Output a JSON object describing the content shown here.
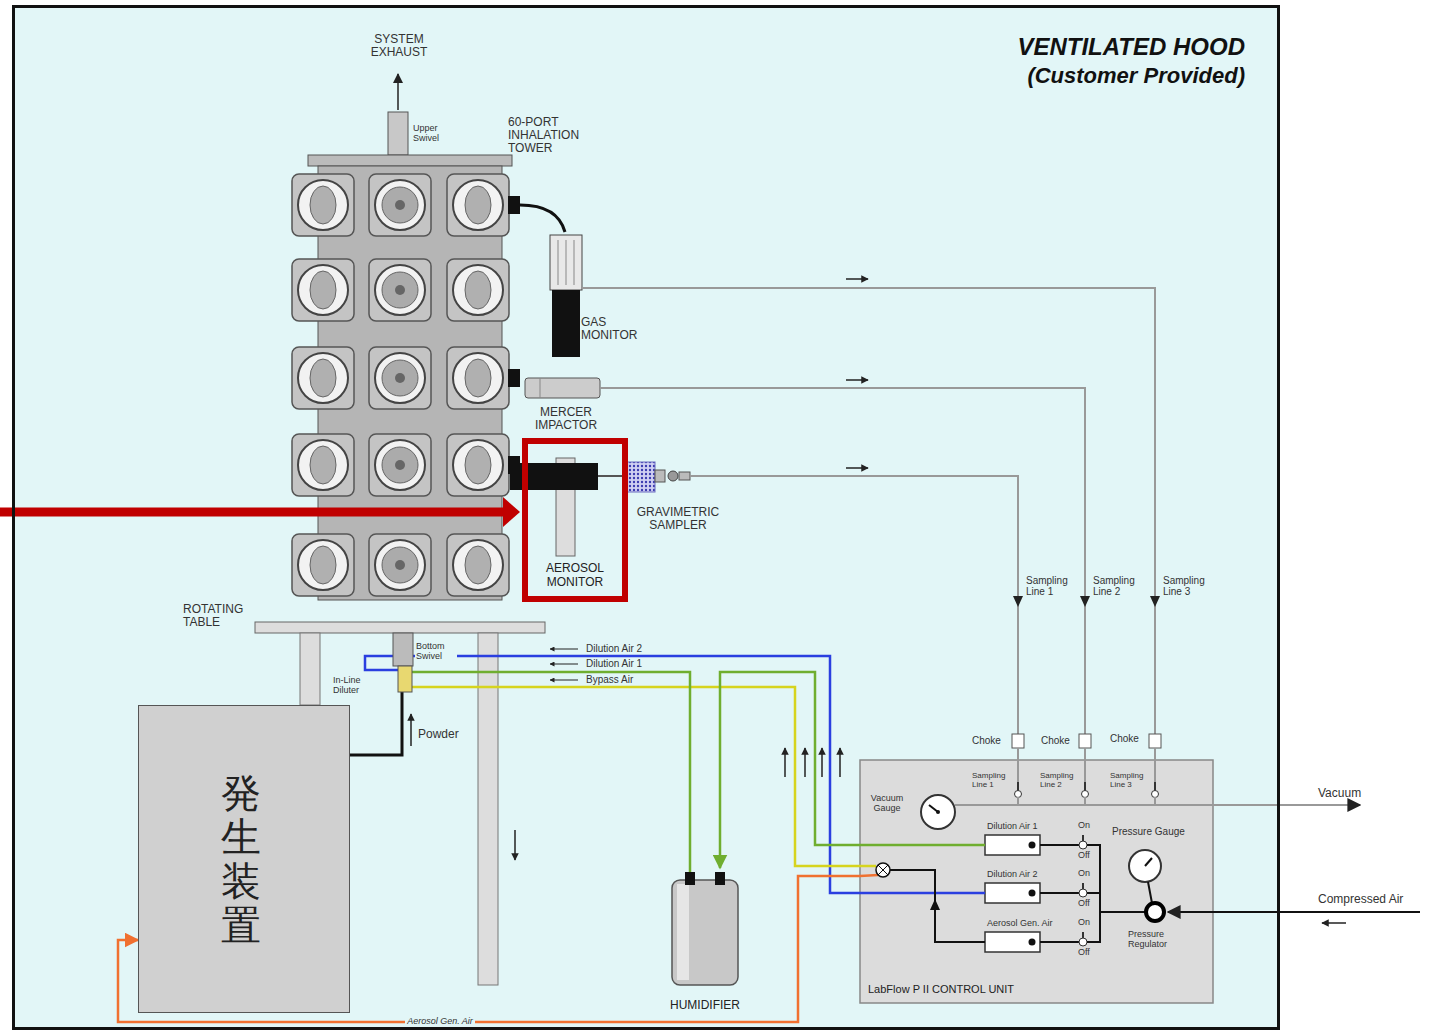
{
  "diagram": {
    "nodes": [
      {
        "text": [
          "VENTILATED HOOD",
          "(Customer Provided)"
        ]
      },
      {
        "text": [
          "AEROSOL MONITOR"
        ],
        "in": 0
      },
      {
        "text": [
          "発生装置"
        ],
        "in": 0
      },
      {
        "text": [
          "HUMIDIFIER"
        ],
        "in": 0
      },
      {
        "text": [
          "LabFlow P II CONTROL UNIT"
        ],
        "in": 0
      }
    ],
    "edges": [
      {
        "from": 4,
        "to": 3,
        "arrow": "to"
      },
      {
        "from": 4,
        "to": 2,
        "arrow": "to",
        "label": "Aerosol Gen. Air"
      }
    ],
    "labels": [
      "SYSTEM EXHAUST",
      "Upper Swivel",
      "60-PORT INHALATION TOWER",
      "GAS MONITOR",
      "MERCER IMPACTOR",
      "GRAVIMETRIC SAMPLER",
      "ROTATING TABLE",
      "Bottom Swivel",
      "In-Line Diluter",
      "Dilution Air 2",
      "Dilution Air 1",
      "Bypass Air",
      "Powder",
      "Sampling Line 1",
      "Sampling Line 2",
      "Sampling Line 3",
      "Choke",
      "Choke",
      "Choke",
      "Vacuum Gauge",
      "Sampling Line 1",
      "Sampling Line 2",
      "Sampling Line 3",
      "Dilution Air 1",
      "Dilution Air 2",
      "Aerosol Gen. Air",
      "On",
      "Off",
      "On",
      "Off",
      "On",
      "Off",
      "Pressure Gauge",
      "Pressure Regulator",
      "Vacuum",
      "Compressed Air"
    ]
  }
}
